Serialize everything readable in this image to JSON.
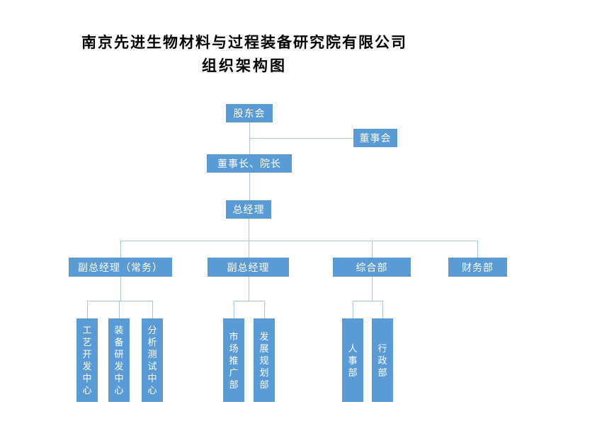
{
  "title": {
    "line1": "南京先进生物材料与过程装备研究院有限公司",
    "line2": "组织架构图"
  },
  "org": {
    "shareholders": "股东会",
    "board": "董事会",
    "chairman": "董事长、院长",
    "general_manager": "总经理",
    "level2": [
      "副总经理（常务）",
      "副总经理",
      "综合部",
      "财务部"
    ],
    "level3": {
      "group1": [
        "工艺开发中心",
        "装备研发中心",
        "分析测试中心"
      ],
      "group2": [
        "市场推广部",
        "发展规划部"
      ],
      "group3": [
        "人事部",
        "行政部"
      ]
    }
  },
  "colors": {
    "box": "#5b9bd5",
    "line": "#a9c4e4",
    "text": "#ffffff"
  }
}
